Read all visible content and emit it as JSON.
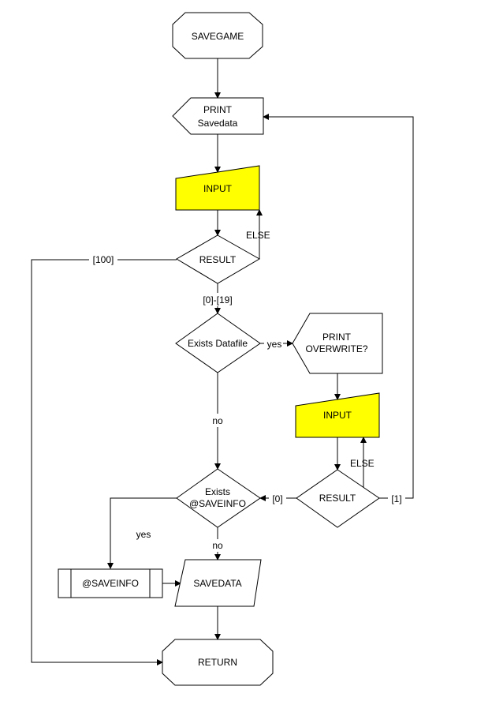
{
  "nodes": {
    "start": "SAVEGAME",
    "print_savedata_1": "PRINT",
    "print_savedata_2": "Savedata",
    "input_1": "INPUT",
    "result_1": "RESULT",
    "exists_datafile": "Exists Datafile",
    "print_overwrite_1": "PRINT",
    "print_overwrite_2": "OVERWRITE?",
    "input_2": "INPUT",
    "result_2": "RESULT",
    "exists_saveinfo_1": "Exists",
    "exists_saveinfo_2": "@SAVEINFO",
    "saveinfo_call": "@SAVEINFO",
    "savedata": "SAVEDATA",
    "end": "RETURN"
  },
  "edge_labels": {
    "else_1": "ELSE",
    "r100": "[100]",
    "r0_19": "[0]-[19]",
    "yes_1": "yes",
    "no_1": "no",
    "else_2": "ELSE",
    "r0": "[0]",
    "r1": "[1]",
    "yes_2": "yes",
    "no_2": "no"
  },
  "colors": {
    "input_fill": "#ffff00",
    "stroke": "#000000",
    "background": "#ffffff"
  }
}
